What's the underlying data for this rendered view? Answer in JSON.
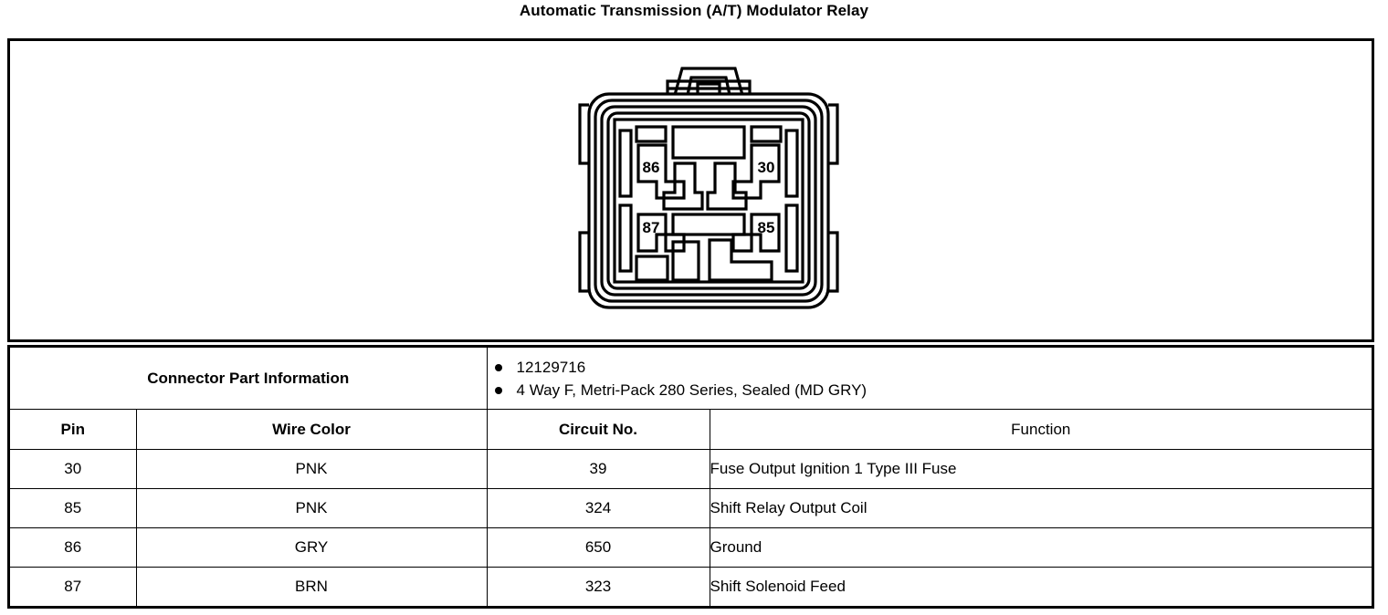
{
  "title": "Automatic Transmission (A/T) Modulator Relay",
  "diagram": {
    "name": "connector-face-view",
    "cavity_labels": {
      "top_left": "86",
      "top_right": "30",
      "bottom_left": "87",
      "bottom_right": "85"
    }
  },
  "connector_part_information": {
    "label": "Connector Part Information",
    "items": [
      "12129716",
      "4 Way F, Metri-Pack 280 Series, Sealed (MD GRY)"
    ]
  },
  "table": {
    "headers": {
      "pin": "Pin",
      "wire_color": "Wire Color",
      "circuit_no": "Circuit No.",
      "function": "Function"
    },
    "rows": [
      {
        "pin": "30",
        "wire_color": "PNK",
        "circuit_no": "39",
        "function": "Fuse Output Ignition 1 Type III Fuse"
      },
      {
        "pin": "85",
        "wire_color": "PNK",
        "circuit_no": "324",
        "function": "Shift Relay Output Coil"
      },
      {
        "pin": "86",
        "wire_color": "GRY",
        "circuit_no": "650",
        "function": "Ground"
      },
      {
        "pin": "87",
        "wire_color": "BRN",
        "circuit_no": "323",
        "function": "Shift Solenoid Feed"
      }
    ]
  }
}
